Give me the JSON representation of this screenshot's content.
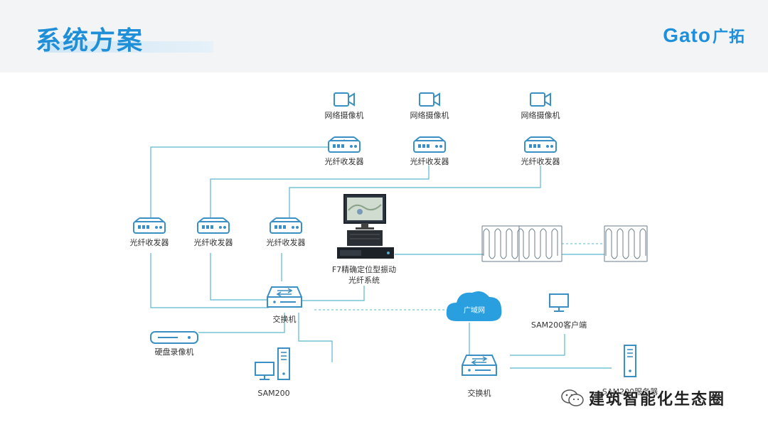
{
  "header": {
    "title": "系统方案",
    "logo_brand": "Gato",
    "logo_cn": "广拓"
  },
  "diagram": {
    "cameras": [
      "网络摄像机",
      "网络摄像机",
      "网络摄像机"
    ],
    "top_transceivers": [
      "光纤收发器",
      "光纤收发器",
      "光纤收发器"
    ],
    "mid_transceivers": [
      "光纤收发器",
      "光纤收发器",
      "光纤收发器"
    ],
    "f7_system_line1": "F7精确定位型振动",
    "f7_system_line2": "光纤系统",
    "switch_left": "交换机",
    "nvr": "硬盘录像机",
    "sam200_left": "SAM200",
    "wan": "广域网",
    "sam200_client": "SAM200客户端",
    "switch_right": "交换机",
    "server_right": "SAM200服务器"
  },
  "watermark": {
    "text": "建筑智能化生态圈"
  },
  "colors": {
    "line": "#5bb8cf",
    "device": "#3a8fc4",
    "accent": "#1f8fd8"
  }
}
